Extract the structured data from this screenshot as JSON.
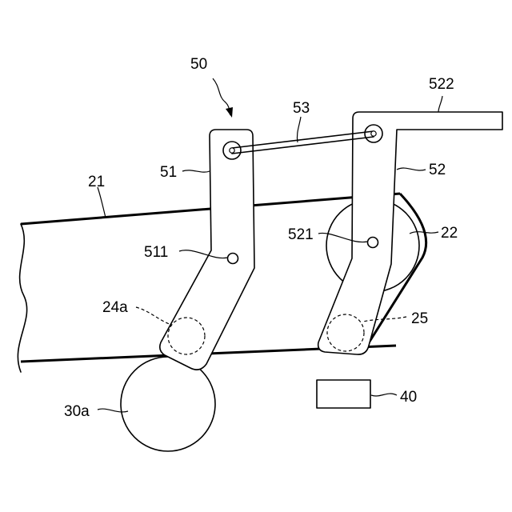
{
  "labels": {
    "assembly": "50",
    "lever_51": "51",
    "lever_52": "52",
    "link_53": "53",
    "arm_522": "522",
    "belt_21": "21",
    "roller_22": "22",
    "pivot_511": "511",
    "pivot_521": "521",
    "roller_24a": "24a",
    "roller_25": "25",
    "roller_30a": "30a",
    "box_40": "40"
  }
}
